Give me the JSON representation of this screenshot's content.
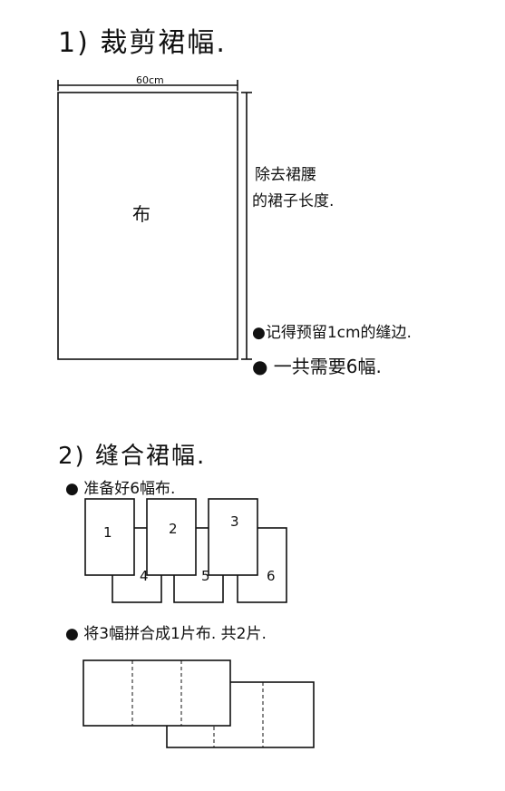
{
  "step1": {
    "title": "1) 裁剪裙幅."
  },
  "dimension": {
    "width_label": "60cm"
  },
  "fabric_label": "布",
  "side_note": {
    "line1": "除去裙腰",
    "line2": "的裙子长度."
  },
  "notes": [
    {
      "text": "●记得预留1cm的缝边."
    },
    {
      "text": "● 一共需要6幅."
    }
  ],
  "step2": {
    "title": "2) 缝合裙幅."
  },
  "bullet_prepare": {
    "text": "● 准备好6幅布."
  },
  "panels": [
    "1",
    "2",
    "3",
    "4",
    "5",
    "6"
  ],
  "bullet_join": {
    "text": "● 将3幅拼合成1片布. 共2片."
  }
}
